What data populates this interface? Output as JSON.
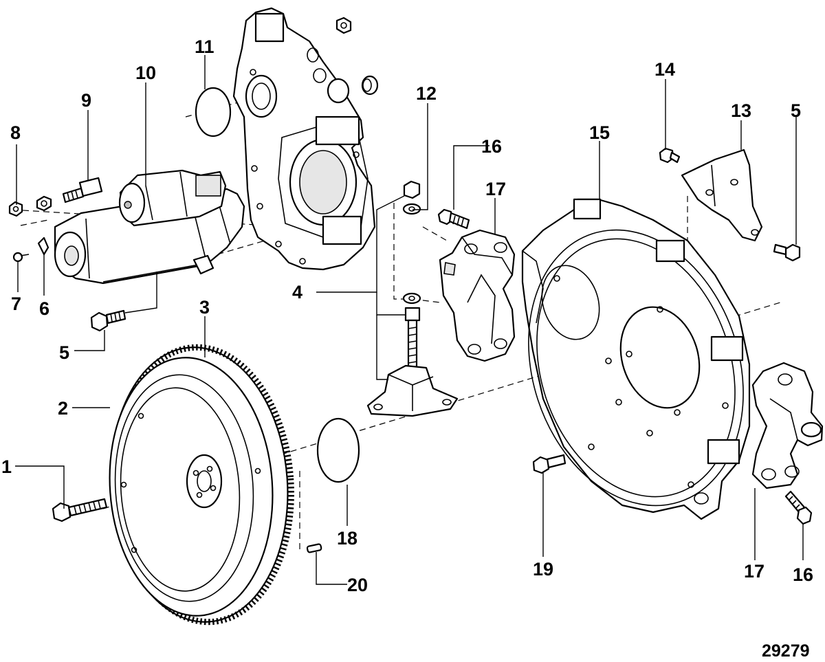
{
  "figure_number": "29279",
  "callouts": {
    "c1": "1",
    "c2": "2",
    "c3": "3",
    "c4": "4",
    "c5a": "5",
    "c5b": "5",
    "c6": "6",
    "c7": "7",
    "c8": "8",
    "c9": "9",
    "c10": "10",
    "c11": "11",
    "c12": "12",
    "c13": "13",
    "c14": "14",
    "c15": "15",
    "c16a": "16",
    "c16b": "16",
    "c17a": "17",
    "c17b": "17",
    "c18": "18",
    "c19": "19",
    "c20": "20"
  }
}
